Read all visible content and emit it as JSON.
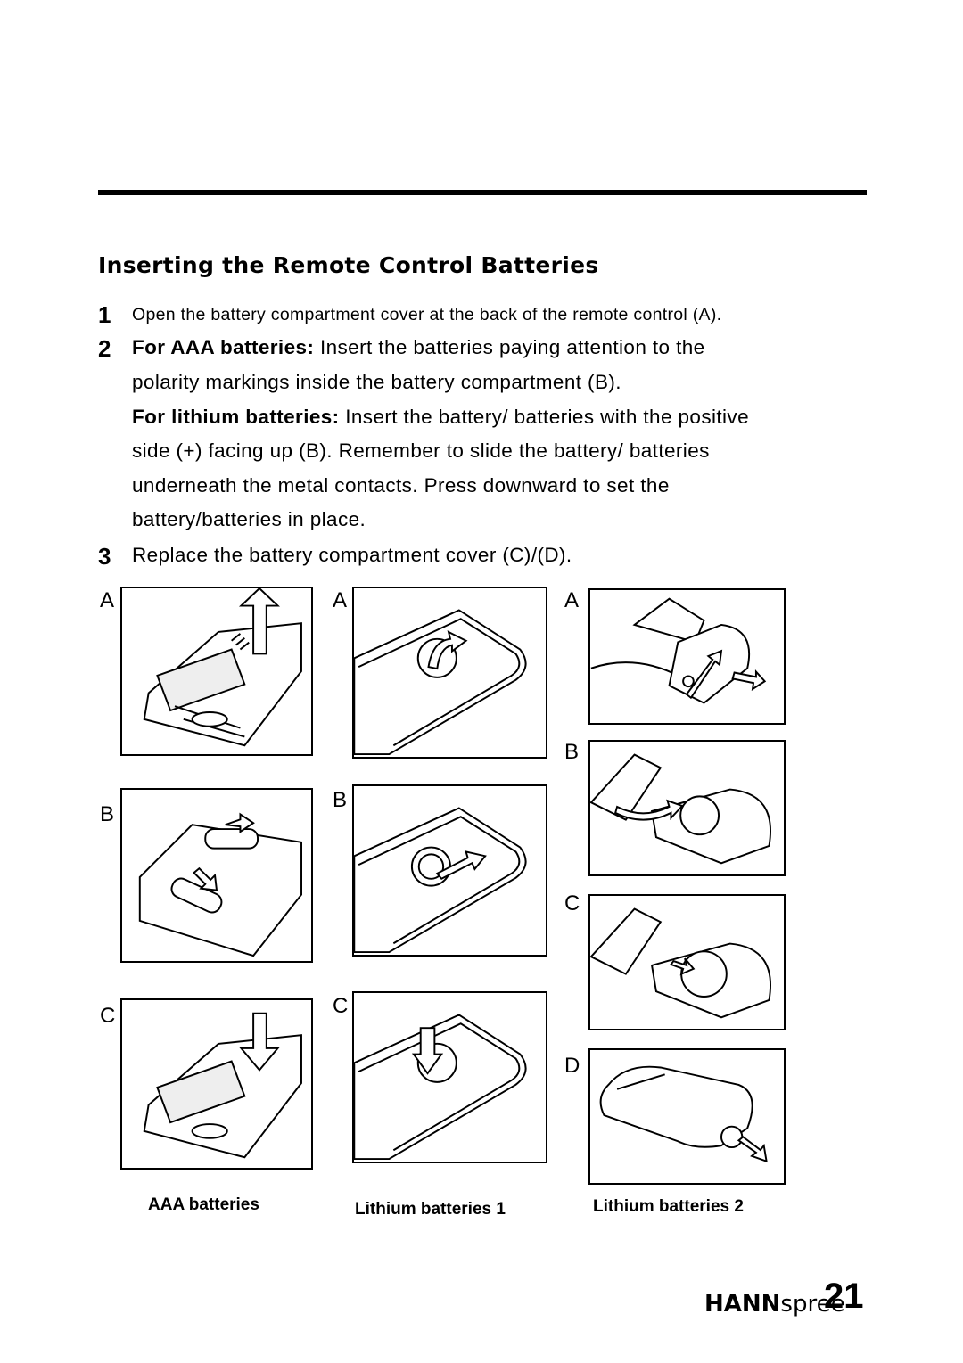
{
  "heading": "Inserting the Remote Control Batteries",
  "steps": {
    "s1": {
      "num": "1",
      "text": "Open the battery compartment cover at the back of the remote control (A)."
    },
    "s2": {
      "num": "2",
      "aaa_lead": "For AAA batteries:",
      "aaa_text": " Insert the batteries paying attention to the",
      "aaa_line2": "polarity markings inside the battery compartment (B).",
      "lith_lead": "For lithium batteries:",
      "lith_text": " Insert the battery/ batteries with the positive",
      "lith_line2": "side (+) facing up (B). Remember to slide the battery/ batteries",
      "lith_line3": "underneath the metal contacts. Press downward to set the",
      "lith_line4": "battery/batteries in place."
    },
    "s3": {
      "num": "3",
      "text": "Replace the battery compartment cover (C)/(D)."
    }
  },
  "figure_labels": {
    "c1a": "A",
    "c1b": "B",
    "c1c": "C",
    "c2a": "A",
    "c2b": "B",
    "c2c": "C",
    "c3a": "A",
    "c3b": "B",
    "c3c": "C",
    "c3d": "D"
  },
  "captions": {
    "aaa": "AAA batteries",
    "lith1": "Lithium batteries 1",
    "lith2": "Lithium batteries 2"
  },
  "footer": {
    "brand_bold": "HANN",
    "brand_thin": "spree",
    "page_number": "21"
  }
}
